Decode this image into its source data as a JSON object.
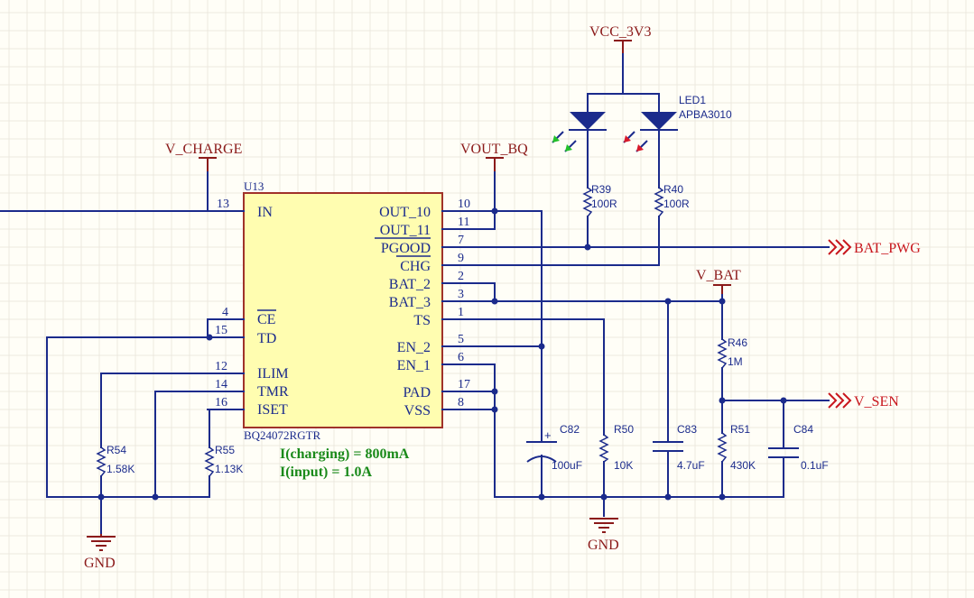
{
  "power": {
    "vcc_3v3": "VCC_3V3",
    "v_charge": "V_CHARGE",
    "vout_bq": "VOUT_BQ",
    "v_bat": "V_BAT",
    "gnd_left": "GND",
    "gnd_right": "GND"
  },
  "net_ports": {
    "bat_pwg": "BAT_PWG",
    "v_sen": "V_SEN"
  },
  "ic": {
    "ref": "U13",
    "part": "BQ24072RGTR",
    "left_pins": [
      {
        "num": "13",
        "name": "IN"
      },
      {
        "num": "4",
        "name": "CE"
      },
      {
        "num": "15",
        "name": "TD"
      },
      {
        "num": "12",
        "name": "ILIM"
      },
      {
        "num": "14",
        "name": "TMR"
      },
      {
        "num": "16",
        "name": "ISET"
      }
    ],
    "right_pins": [
      {
        "num": "10",
        "name": "OUT_10"
      },
      {
        "num": "11",
        "name": "OUT_11"
      },
      {
        "num": "7",
        "name": "PGOOD"
      },
      {
        "num": "9",
        "name": "CHG"
      },
      {
        "num": "2",
        "name": "BAT_2"
      },
      {
        "num": "3",
        "name": "BAT_3"
      },
      {
        "num": "1",
        "name": "TS"
      },
      {
        "num": "5",
        "name": "EN_2"
      },
      {
        "num": "6",
        "name": "EN_1"
      },
      {
        "num": "17",
        "name": "PAD"
      },
      {
        "num": "8",
        "name": "VSS"
      }
    ]
  },
  "led": {
    "ref": "LED1",
    "part": "APBA3010"
  },
  "components": {
    "r39": {
      "ref": "R39",
      "value": "100R"
    },
    "r40": {
      "ref": "R40",
      "value": "100R"
    },
    "r46": {
      "ref": "R46",
      "value": "1M"
    },
    "r50": {
      "ref": "R50",
      "value": "10K"
    },
    "r51": {
      "ref": "R51",
      "value": "430K"
    },
    "r54": {
      "ref": "R54",
      "value": "1.58K"
    },
    "r55": {
      "ref": "R55",
      "value": "1.13K"
    },
    "c82": {
      "ref": "C82",
      "value": "100uF"
    },
    "c83": {
      "ref": "C83",
      "value": "4.7uF"
    },
    "c84": {
      "ref": "C84",
      "value": "0.1uF"
    }
  },
  "notes": {
    "charging": "I(charging) = 800mA",
    "input": "I(input) = 1.0A"
  },
  "colors": {
    "wire": "#1b2b8c",
    "power_symbol": "#8b1a1a",
    "net_port": "#c8161d",
    "ic_fill": "#fffdb0",
    "ic_border": "#a0322a",
    "note": "#1a8a1a"
  }
}
